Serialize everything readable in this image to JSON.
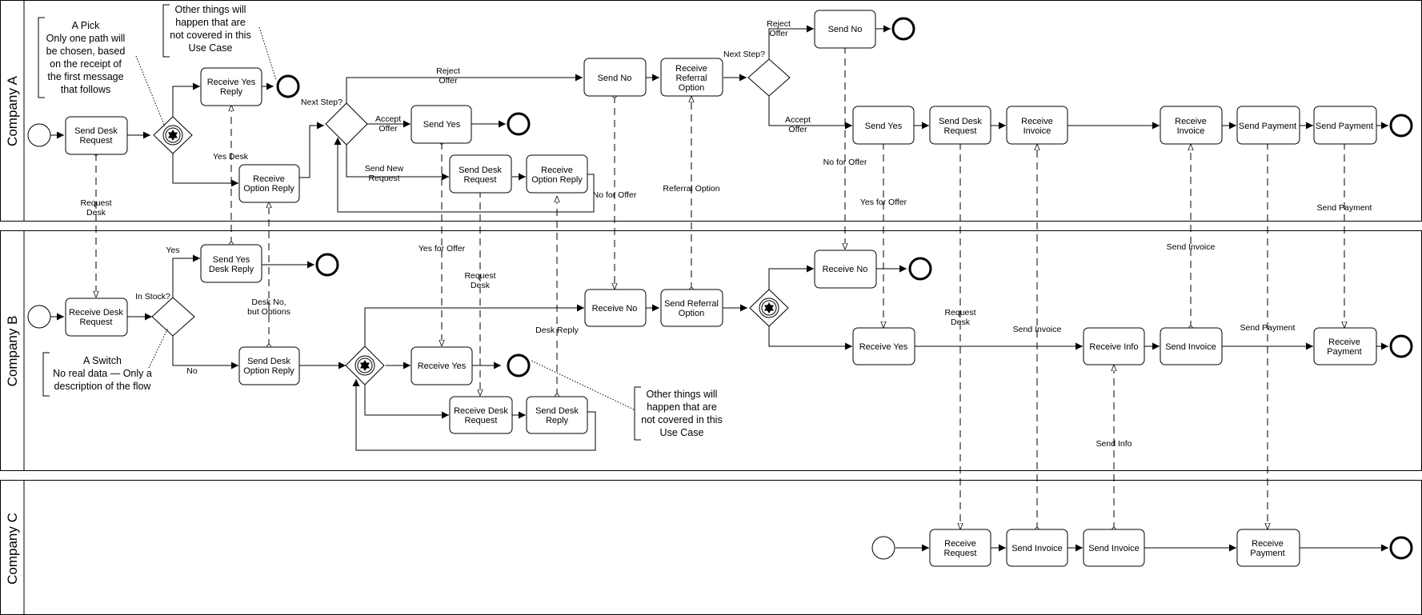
{
  "lanes": {
    "a": "Company A",
    "b": "Company B",
    "c": "Company C"
  },
  "notes": {
    "pick": [
      "A Pick",
      "Only one path will",
      "be chosen, based",
      "on the receipt of",
      "the first message",
      "that follows"
    ],
    "other_a": [
      "Other things will",
      "happen that are",
      "not covered in this",
      "Use Case"
    ],
    "switch": [
      "A Switch",
      "No real data — Only a",
      "description of the flow"
    ],
    "other_b": [
      "Other things will",
      "happen that are",
      "not covered in this",
      "Use Case"
    ]
  },
  "tasks": {
    "a_send_desk_request": [
      "Send Desk",
      "Request"
    ],
    "a_receive_yes_reply": [
      "Receive Yes",
      "Reply"
    ],
    "a_receive_option_reply": [
      "Receive",
      "Option Reply"
    ],
    "a_send_yes_1": [
      "Send Yes"
    ],
    "a_send_desk_request_2": [
      "Send Desk",
      "Request"
    ],
    "a_receive_option_reply_2": [
      "Receive",
      "Option Reply"
    ],
    "a_send_no_1": [
      "Send No"
    ],
    "a_receive_referral_option": [
      "Receive",
      "Referral",
      "Option"
    ],
    "a_send_no_2": [
      "Send No"
    ],
    "a_send_yes_2": [
      "Send Yes"
    ],
    "a_send_desk_request_3": [
      "Send Desk",
      "Request"
    ],
    "a_receive_invoice_1": [
      "Receive",
      "Invoice"
    ],
    "a_receive_invoice_2": [
      "Receive",
      "Invoice"
    ],
    "a_send_payment_1": [
      "Send Payment"
    ],
    "a_send_payment_2": [
      "Send Payment"
    ],
    "b_receive_desk_request": [
      "Receive Desk",
      "Request"
    ],
    "b_send_yes_desk_reply": [
      "Send Yes",
      "Desk Reply"
    ],
    "b_send_desk_option_reply": [
      "Send Desk",
      "Option Reply"
    ],
    "b_receive_yes_1": [
      "Receive Yes"
    ],
    "b_receive_desk_request_2": [
      "Receive Desk",
      "Request"
    ],
    "b_send_desk_reply": [
      "Send Desk",
      "Reply"
    ],
    "b_receive_no_1": [
      "Receive No"
    ],
    "b_send_referral_option": [
      "Send Referral",
      "Option"
    ],
    "b_receive_no_2": [
      "Receive No"
    ],
    "b_receive_yes_2": [
      "Receive Yes"
    ],
    "b_receive_info": [
      "Receive Info"
    ],
    "b_send_invoice": [
      "Send Invoice"
    ],
    "b_receive_payment": [
      "Receive",
      "Payment"
    ],
    "c_receive_request": [
      "Receive",
      "Request"
    ],
    "c_send_invoice_1": [
      "Send Invoice"
    ],
    "c_send_invoice_2": [
      "Send Invoice"
    ],
    "c_receive_payment": [
      "Receive",
      "Payment"
    ]
  },
  "flow_labels": {
    "next_step_1": [
      "Next Step?"
    ],
    "reject_offer_1": [
      "Reject",
      "Offer"
    ],
    "accept_offer_1": [
      "Accept",
      "Offer"
    ],
    "send_new_request": [
      "Send New",
      "Request"
    ],
    "yes_desk": [
      "Yes Desk"
    ],
    "next_step_2": [
      "Next Step?"
    ],
    "reject_offer_2": [
      "Reject",
      "Offer"
    ],
    "accept_offer_2": [
      "Accept",
      "Offer"
    ],
    "yes": [
      "Yes"
    ],
    "in_stock": [
      "In Stock?"
    ],
    "no": [
      "No"
    ]
  },
  "message_labels": {
    "request_desk_1": [
      "Request",
      "Desk"
    ],
    "desk_no_options": [
      "Desk No,",
      "but Options"
    ],
    "yes_for_offer_1": [
      "Yes for Offer"
    ],
    "request_desk_2": [
      "Request",
      "Desk"
    ],
    "desk_reply": [
      "Desk Reply"
    ],
    "no_for_offer_1": [
      "No for Offer"
    ],
    "referral_option": [
      "Referral Option"
    ],
    "no_for_offer_2": [
      "No for Offer"
    ],
    "yes_for_offer_2": [
      "Yes for Offer"
    ],
    "request_desk_3": [
      "Request",
      "Desk"
    ],
    "send_invoice_1": [
      "Send Invoice"
    ],
    "send_info": [
      "Send Info"
    ],
    "send_invoice_2": [
      "Send Invoice"
    ],
    "send_payment_1": [
      "Send Payment"
    ],
    "send_payment_2": [
      "Send Payment"
    ]
  }
}
